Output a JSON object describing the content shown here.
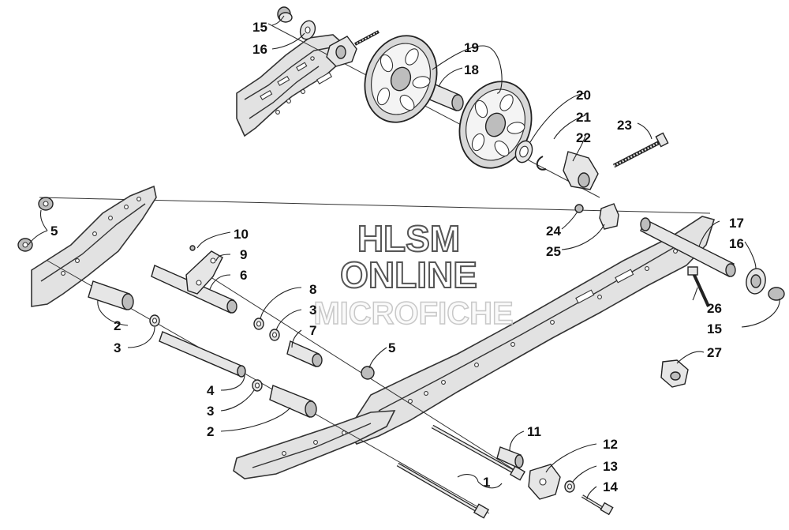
{
  "watermark": {
    "line1": "HLSM",
    "line2": "ONLINE",
    "line3": "MICROFICHE"
  },
  "callouts": {
    "c1": "1",
    "c2a": "2",
    "c2b": "2",
    "c3a": "3",
    "c3b": "3",
    "c3c": "3",
    "c4": "4",
    "c5a": "5",
    "c5b": "5",
    "c6": "6",
    "c7": "7",
    "c8": "8",
    "c9": "9",
    "c10": "10",
    "c11": "11",
    "c12": "12",
    "c13": "13",
    "c14": "14",
    "c15a": "15",
    "c15b": "15",
    "c16a": "16",
    "c16b": "16",
    "c17": "17",
    "c18": "18",
    "c19": "19",
    "c20": "20",
    "c21": "21",
    "c22": "22",
    "c23": "23",
    "c24": "24",
    "c25": "25",
    "c26": "26",
    "c27": "27"
  }
}
